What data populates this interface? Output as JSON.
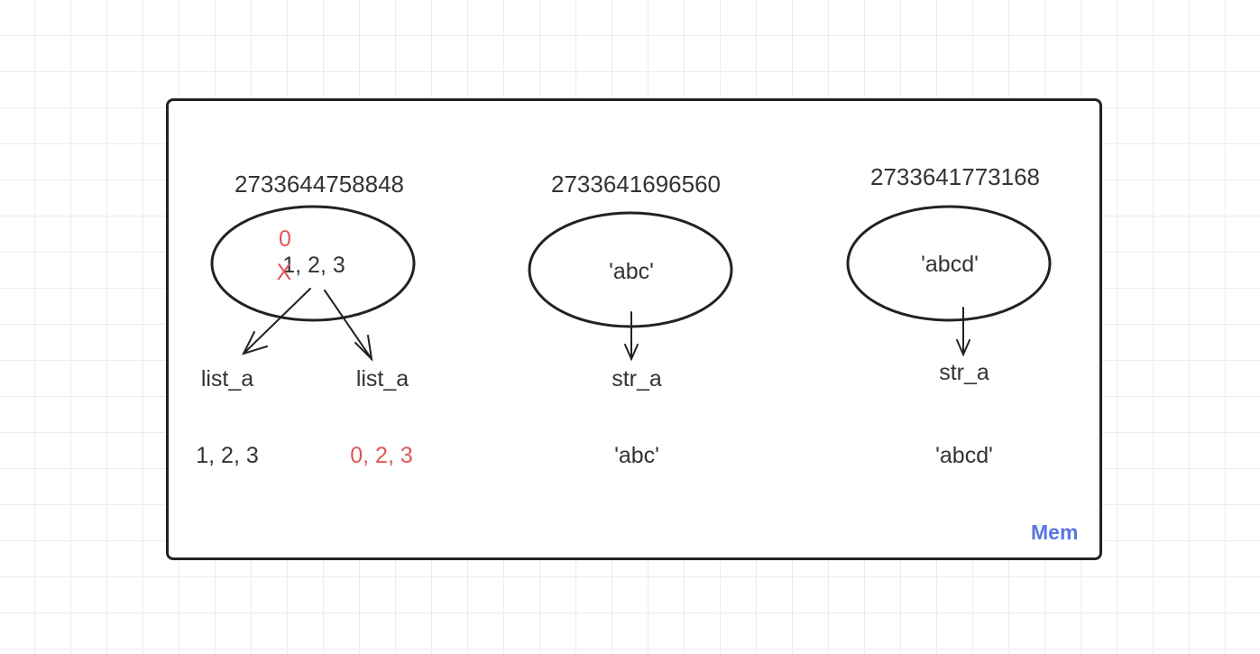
{
  "frame": {
    "label": "Mem",
    "label_color": "#5b75e4"
  },
  "objects": [
    {
      "address": "2733644758848",
      "content": "1, 2, 3",
      "edit_new": "0",
      "edit_mark": "X",
      "references": [
        {
          "name": "list_a",
          "value": "1, 2, 3",
          "value_color": "#333333"
        },
        {
          "name": "list_a",
          "value": "0, 2, 3",
          "value_color": "#e25555"
        }
      ]
    },
    {
      "address": "2733641696560",
      "content": "'abc'",
      "references": [
        {
          "name": "str_a",
          "value": "'abc'"
        }
      ]
    },
    {
      "address": "2733641773168",
      "content": "'abcd'",
      "references": [
        {
          "name": "str_a",
          "value": "'abcd'"
        }
      ]
    }
  ],
  "colors": {
    "edit_red": "#e25555",
    "stroke": "#222222"
  }
}
